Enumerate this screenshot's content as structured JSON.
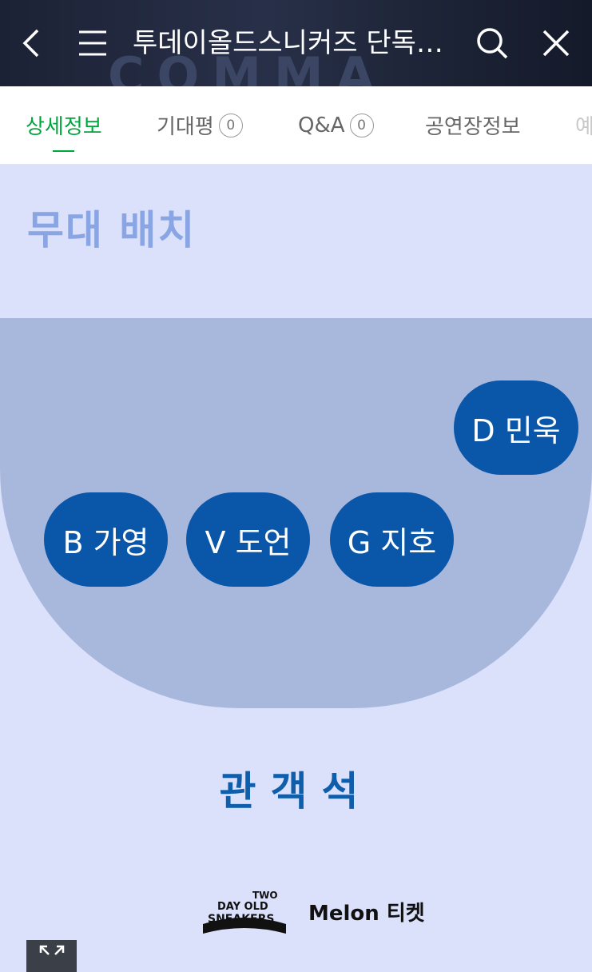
{
  "header": {
    "title": "투데이올드스니커즈 단독콘서트",
    "background_text": "COMMA"
  },
  "tabs": [
    {
      "label": "상세정보",
      "active": true
    },
    {
      "label": "기대평",
      "count": "0"
    },
    {
      "label": "Q&A",
      "count": "0"
    },
    {
      "label": "공연장정보"
    },
    {
      "label": "예"
    }
  ],
  "content": {
    "section_title": "무대 배치",
    "members": [
      {
        "label": "D 민욱"
      },
      {
        "label": "B 가영"
      },
      {
        "label": "V 도언"
      },
      {
        "label": "G 지호"
      }
    ],
    "audience_label": "관객석"
  },
  "footer": {
    "logo_band_lines": [
      "TWO",
      "DAY OLD",
      "SNEAKERS"
    ],
    "partner_logo": "Melon",
    "partner_suffix": "티켓"
  },
  "colors": {
    "active_tab": "#00a63d",
    "page_bg": "#dbe0fb",
    "stage": "#a8b8dd",
    "member_bubble": "#0a56a8",
    "section_title": "#8aa5e3",
    "audience": "#0e5eac"
  }
}
